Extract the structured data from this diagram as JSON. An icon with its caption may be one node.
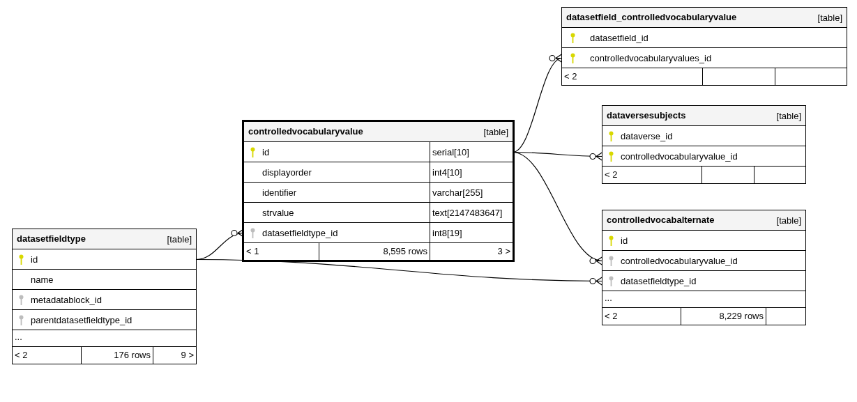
{
  "diagram": {
    "nodes": [
      {
        "text": [
          "datasetfield_controlledvocabularyvalue",
          "[table]"
        ]
      },
      {
        "text": [
          "datasetfield_id"
        ],
        "in": 0
      },
      {
        "text": [
          "controlledvocabularyvalues_id"
        ],
        "in": 0
      },
      {
        "text": [
          "< 2"
        ],
        "in": 0
      },
      {
        "text": [
          "controlledvocabularyvalue",
          "[table]"
        ]
      },
      {
        "text": [
          "id",
          "serial[10]"
        ],
        "in": 4
      },
      {
        "text": [
          "displayorder",
          "int4[10]"
        ],
        "in": 4
      },
      {
        "text": [
          "identifier",
          "varchar[255]"
        ],
        "in": 4
      },
      {
        "text": [
          "strvalue",
          "text[2147483647]"
        ],
        "in": 4
      },
      {
        "text": [
          "datasetfieldtype_id",
          "int8[19]"
        ],
        "in": 4
      },
      {
        "text": [
          "< 1",
          "8,595 rows",
          "3 >"
        ],
        "in": 4
      },
      {
        "text": [
          "dataversesubjects",
          "[table]"
        ]
      },
      {
        "text": [
          "dataverse_id"
        ],
        "in": 11
      },
      {
        "text": [
          "controlledvocabularyvalue_id"
        ],
        "in": 11
      },
      {
        "text": [
          "< 2"
        ],
        "in": 11
      },
      {
        "text": [
          "controlledvocabalternate",
          "[table]"
        ]
      },
      {
        "text": [
          "id"
        ],
        "in": 15
      },
      {
        "text": [
          "controlledvocabularyvalue_id"
        ],
        "in": 15
      },
      {
        "text": [
          "datasetfieldtype_id"
        ],
        "in": 15
      },
      {
        "text": [
          "..."
        ],
        "in": 15
      },
      {
        "text": [
          "< 2",
          "8,229 rows"
        ],
        "in": 15
      },
      {
        "text": [
          "datasetfieldtype",
          "[table]"
        ]
      },
      {
        "text": [
          "id"
        ],
        "in": 21
      },
      {
        "text": [
          "name"
        ],
        "in": 21
      },
      {
        "text": [
          "metadatablock_id"
        ],
        "in": 21
      },
      {
        "text": [
          "parentdatasetfieldtype_id"
        ],
        "in": 21
      },
      {
        "text": [
          "..."
        ],
        "in": 21
      },
      {
        "text": [
          "< 2",
          "176 rows",
          "9 >"
        ],
        "in": 21
      }
    ],
    "edges": [
      {
        "from": 5,
        "to": 2,
        "arrow": "other"
      },
      {
        "from": 5,
        "to": 13,
        "arrow": "other"
      },
      {
        "from": 5,
        "to": 17,
        "arrow": "other"
      },
      {
        "from": 22,
        "to": 9,
        "arrow": "other"
      },
      {
        "from": 22,
        "to": 18,
        "arrow": "other"
      }
    ]
  }
}
